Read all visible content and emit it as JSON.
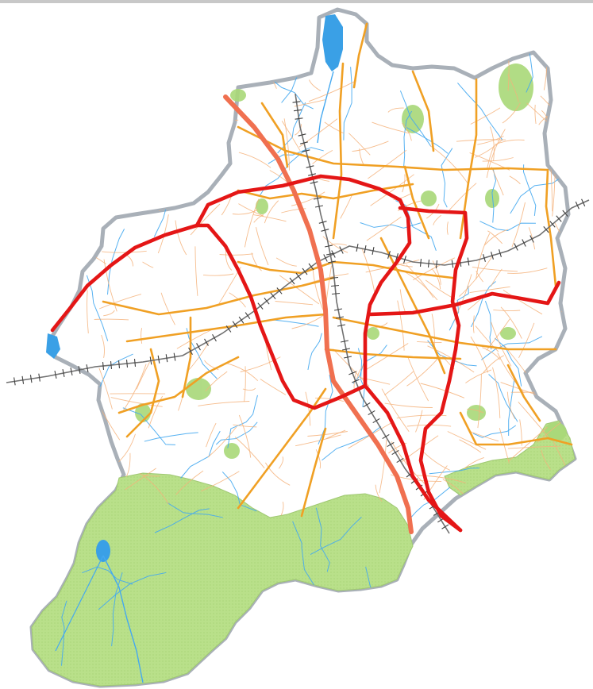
{
  "map": {
    "colors": {
      "background": "#ffffff",
      "boundary": "#a9b0b8",
      "land": "#ffffff",
      "forest": "#b9e08a",
      "forest_patch": "#a8d878",
      "water": "#3aa0e6",
      "water_line": "#44a8f0",
      "local_road": "#f5b27a",
      "main_road": "#f0a024",
      "expressway": "#e41616",
      "highway_diagonal": "#f07050",
      "railway": "#707070"
    },
    "layers": [
      "boundary",
      "forest",
      "water",
      "local-roads",
      "main-roads",
      "railway",
      "expressway"
    ]
  }
}
